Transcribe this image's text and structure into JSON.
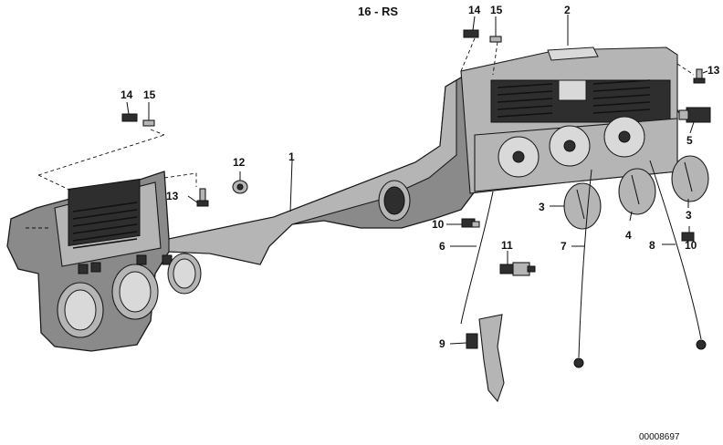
{
  "diagram": {
    "header": "16 - RS",
    "reference_number": "00008697",
    "callouts": [
      {
        "id": "c1",
        "text": "1"
      },
      {
        "id": "c2",
        "text": "2"
      },
      {
        "id": "c3a",
        "text": "3"
      },
      {
        "id": "c3b",
        "text": "3"
      },
      {
        "id": "c4",
        "text": "4"
      },
      {
        "id": "c5",
        "text": "5"
      },
      {
        "id": "c6",
        "text": "6"
      },
      {
        "id": "c7",
        "text": "7"
      },
      {
        "id": "c8",
        "text": "8"
      },
      {
        "id": "c9",
        "text": "9"
      },
      {
        "id": "c10a",
        "text": "10"
      },
      {
        "id": "c10b",
        "text": "10"
      },
      {
        "id": "c11",
        "text": "11"
      },
      {
        "id": "c12",
        "text": "12"
      },
      {
        "id": "c13a",
        "text": "13"
      },
      {
        "id": "c13b",
        "text": "13"
      },
      {
        "id": "c14a",
        "text": "14"
      },
      {
        "id": "c14b",
        "text": "14"
      },
      {
        "id": "c15a",
        "text": "15"
      },
      {
        "id": "c15b",
        "text": "15"
      }
    ]
  }
}
